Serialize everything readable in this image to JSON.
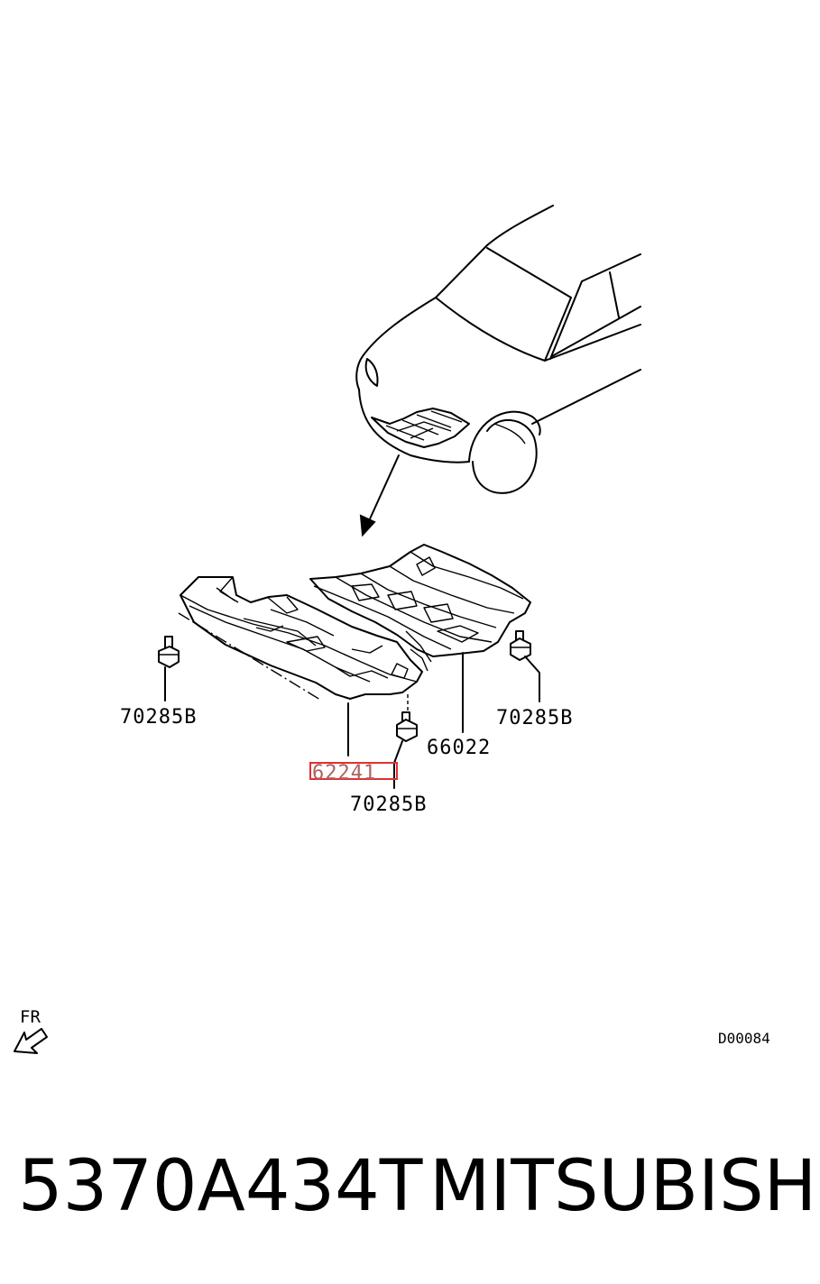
{
  "diagram": {
    "labels": {
      "bolt_left": "70285B",
      "bolt_right": "70285B",
      "bolt_bottom": "70285B",
      "cover_rear": "66022",
      "cover_front": "62241",
      "front_indicator": "FR",
      "drawing_code": "D00084"
    },
    "highlight_color": "#e03030"
  },
  "footer": {
    "part_number": "5370A434T",
    "brand": "MITSUBISHI"
  }
}
